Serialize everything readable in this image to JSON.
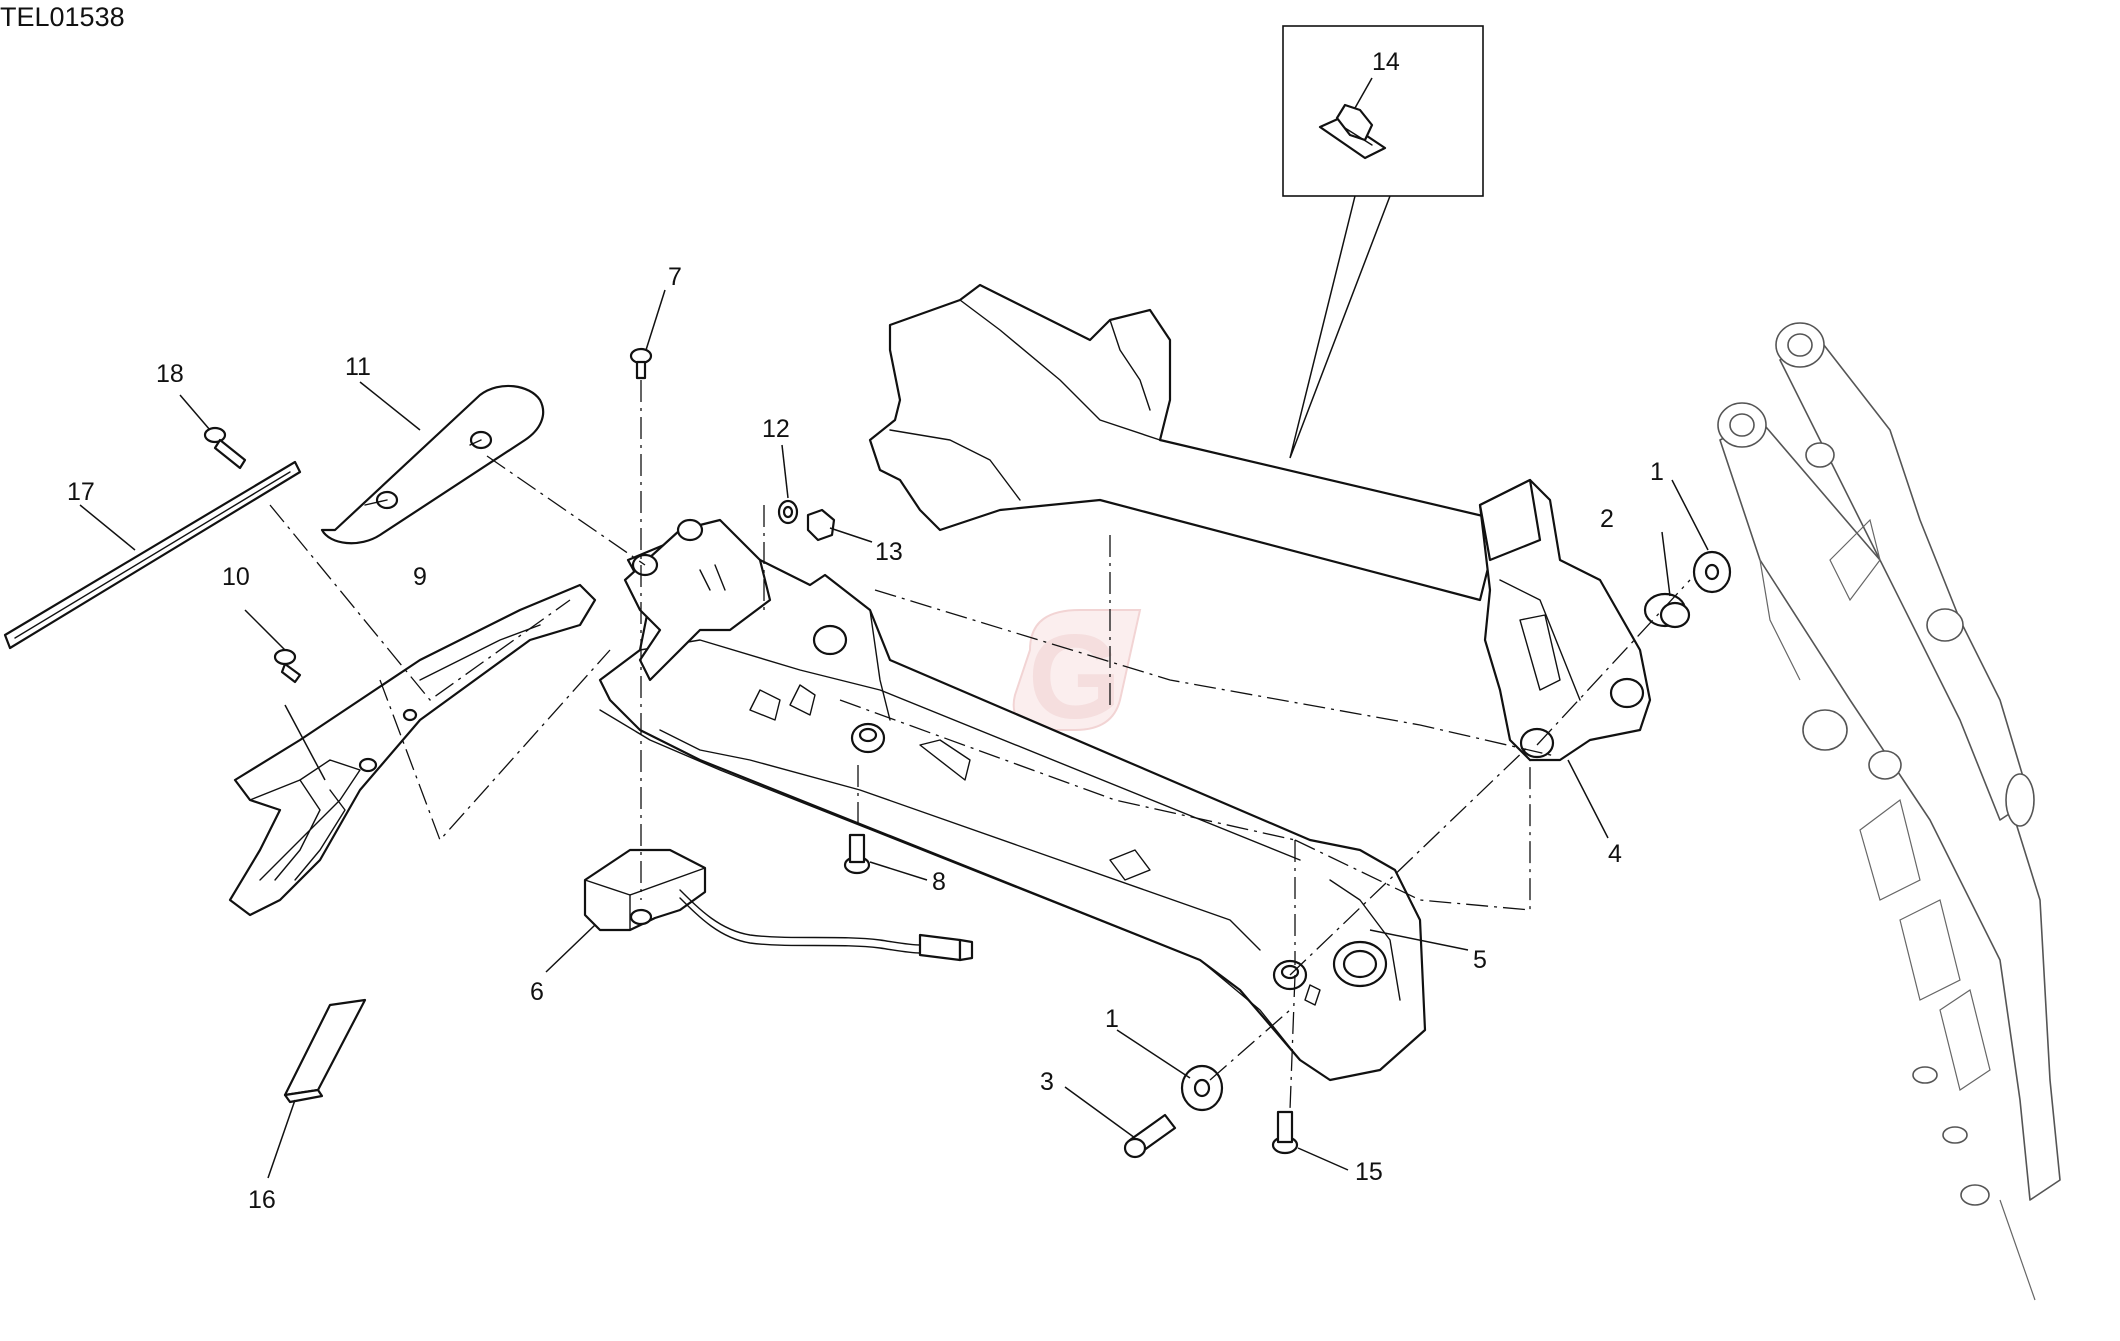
{
  "drawing_code": "TEL01538",
  "callouts": {
    "c1a": "1",
    "c1b": "1",
    "c2": "2",
    "c3": "3",
    "c4": "4",
    "c5": "5",
    "c6": "6",
    "c7": "7",
    "c8": "8",
    "c9": "9",
    "c10": "10",
    "c11": "11",
    "c12": "12",
    "c13": "13",
    "c14": "14",
    "c15": "15",
    "c16": "16",
    "c17": "17",
    "c18": "18"
  },
  "watermark": {
    "letter": "G",
    "color": "#f5dede"
  },
  "colors": {
    "line": "#111111",
    "frame_line": "#555555",
    "background": "#ffffff"
  }
}
